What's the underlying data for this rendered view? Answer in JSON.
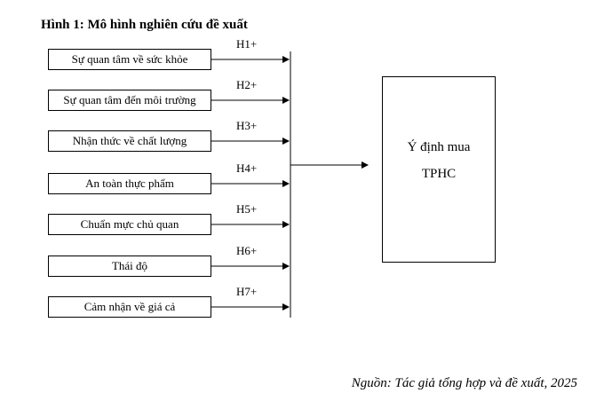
{
  "figure": {
    "title": "Hình 1: Mô hình nghiên cứu đề xuất",
    "factors": [
      {
        "label": "Sự quan tâm về sức khỏe",
        "hypothesis": "H1+"
      },
      {
        "label": "Sự quan tâm đến môi trường",
        "hypothesis": "H2+"
      },
      {
        "label": "Nhận thức về chất lượng",
        "hypothesis": "H3+"
      },
      {
        "label": "An toàn thực phẩm",
        "hypothesis": "H4+"
      },
      {
        "label": "Chuẩn mực chủ quan",
        "hypothesis": "H5+"
      },
      {
        "label": "Thái độ",
        "hypothesis": "H6+"
      },
      {
        "label": "Cảm nhận về giá cả",
        "hypothesis": "H7+"
      }
    ],
    "target": {
      "line1": "Ý định mua",
      "line2": "TPHC"
    },
    "source": "Nguồn: Tác giả tổng hợp và đề xuất, 2025"
  }
}
